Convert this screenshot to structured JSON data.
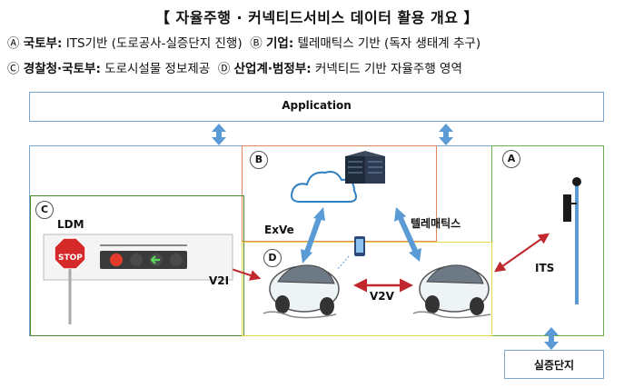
{
  "title": "【 자율주행 · 커넥티드서비스 데이터 활용 개요 】",
  "legend": {
    "line1": {
      "a_mark": "Ⓐ",
      "a_head": "국토부:",
      "a_text": " ITS기반 (도로공사-실증단지 진행)",
      "b_mark": "Ⓑ",
      "b_head": "기업:",
      "b_text": " 텔레매틱스 기반 (독자 생태계 추구)"
    },
    "line2": {
      "c_mark": "Ⓒ",
      "c_head": "경찰청·국토부:",
      "c_text": " 도로시설물 정보제공",
      "d_mark": "Ⓓ",
      "d_head": "산업계·범정부:",
      "d_text": " 커넥티드 기반 자율주행 영역"
    }
  },
  "diagram": {
    "application": "Application",
    "box_letters": {
      "a": "A",
      "b": "B",
      "c": "C",
      "d": "D"
    },
    "ldm": "LDM",
    "stop_sign": "STOP",
    "exve": "ExVe",
    "telematics": "텔레매틱스",
    "v2i": "V2I",
    "v2v": "V2V",
    "its": "ITS",
    "test_site": "실증단지"
  },
  "colors": {
    "app_border": "#7ea6cc",
    "box_a": "#6bb04a",
    "box_b": "#e0875a",
    "box_c": "#4b8a2c",
    "box_d": "#e8d84a",
    "arrow_blue": "#5b9bd5",
    "arrow_red": "#c0282d"
  }
}
